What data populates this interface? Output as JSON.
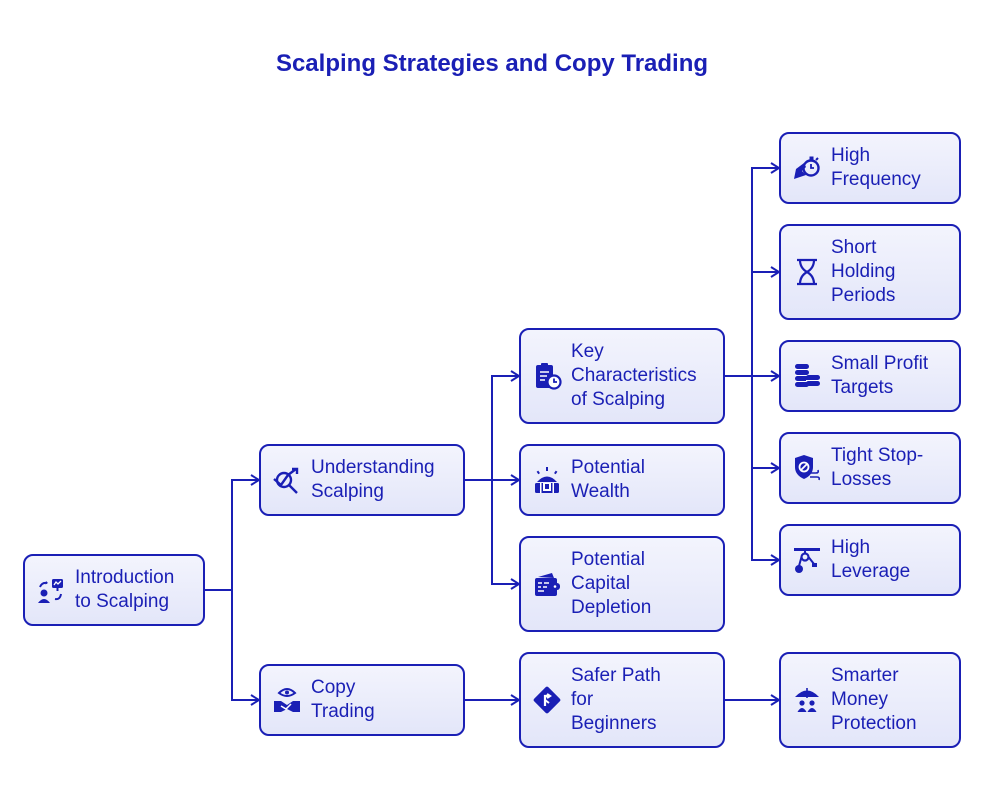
{
  "title": "Scalping Strategies and Copy Trading",
  "colors": {
    "accent": "#1a1fb5",
    "node_fill_top": "#f3f4fd",
    "node_fill_bottom": "#e3e6f9",
    "background": "#ffffff"
  },
  "nodes": {
    "intro": {
      "label": "Introduction\nto Scalping",
      "icon": "presentation-user-icon"
    },
    "understanding": {
      "label": "Understanding\nScalping",
      "icon": "chart-magnifier-icon"
    },
    "copy": {
      "label": "Copy\nTrading",
      "icon": "eye-handshake-icon"
    },
    "key": {
      "label": "Key\nCharacteristics\nof Scalping",
      "icon": "clipboard-clock-icon"
    },
    "wealth": {
      "label": "Potential\nWealth",
      "icon": "treasure-chest-icon"
    },
    "depletion": {
      "label": "Potential\nCapital\nDepletion",
      "icon": "wallet-cards-icon"
    },
    "safer": {
      "label": "Safer Path\nfor\nBeginners",
      "icon": "direction-sign-icon"
    },
    "frequency": {
      "label": "High\nFrequency",
      "icon": "hand-stopwatch-icon"
    },
    "holding": {
      "label": "Short\nHolding\nPeriods",
      "icon": "hourglass-icon"
    },
    "profit": {
      "label": "Small Profit\nTargets",
      "icon": "coin-stacks-icon"
    },
    "stoploss": {
      "label": "Tight Stop-\nLosses",
      "icon": "shield-wind-icon"
    },
    "leverage": {
      "label": "High\nLeverage",
      "icon": "lever-pulley-icon"
    },
    "protection": {
      "label": "Smarter\nMoney\nProtection",
      "icon": "umbrella-people-icon"
    }
  }
}
